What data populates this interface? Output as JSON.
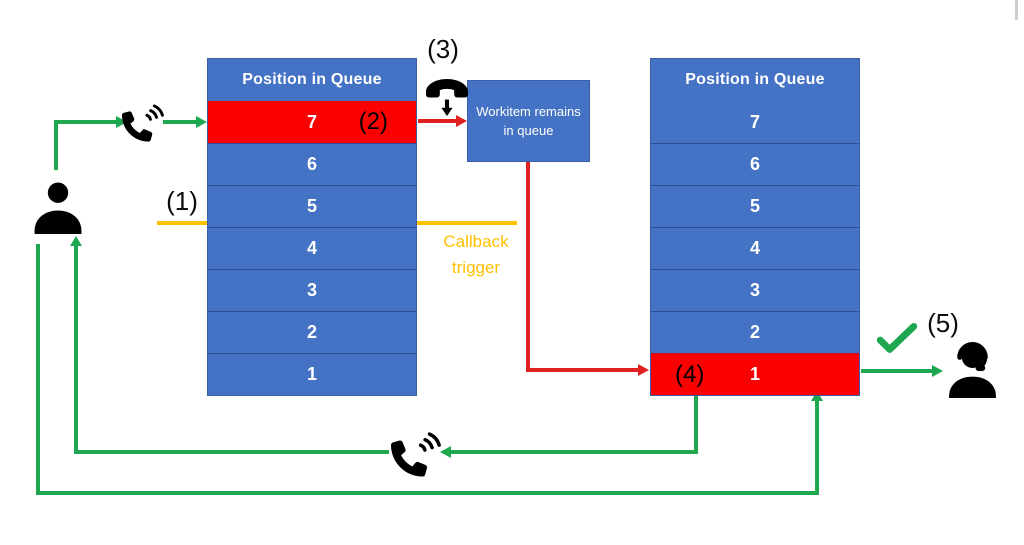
{
  "left_queue": {
    "header": "Position in Queue",
    "rows": [
      {
        "value": "7"
      },
      {
        "value": "6"
      },
      {
        "value": "5"
      },
      {
        "value": "4"
      },
      {
        "value": "3"
      },
      {
        "value": "2"
      },
      {
        "value": "1"
      }
    ]
  },
  "right_queue": {
    "header": "Position in Queue",
    "rows": [
      {
        "value": "7"
      },
      {
        "value": "6"
      },
      {
        "value": "5"
      },
      {
        "value": "4"
      },
      {
        "value": "3"
      },
      {
        "value": "2"
      },
      {
        "value": "1"
      }
    ]
  },
  "workitem_box": {
    "text": "Workitem remains in queue"
  },
  "callback_trigger_label": "Callback trigger",
  "step_labels": {
    "step1": "(1)",
    "step2": "(2)",
    "step3": "(3)",
    "step4": "(4)",
    "step5": "(5)"
  },
  "icons": {
    "customer": "person-icon",
    "ringing_phone_top": "phone-ringing-icon",
    "hangup_phone": "phone-hangup-icon",
    "ringing_phone_bottom": "phone-ringing-icon",
    "agent": "agent-headset-icon",
    "success_check": "checkmark-icon"
  },
  "colors": {
    "queue_blue": "#4472C4",
    "highlight_red": "#FA0000",
    "arrow_red": "#E02020",
    "arrow_green": "#1FA750",
    "trigger_yellow": "#FFC000",
    "queue_text": "#FFFFFF",
    "label_text": "#0C0C0C"
  }
}
